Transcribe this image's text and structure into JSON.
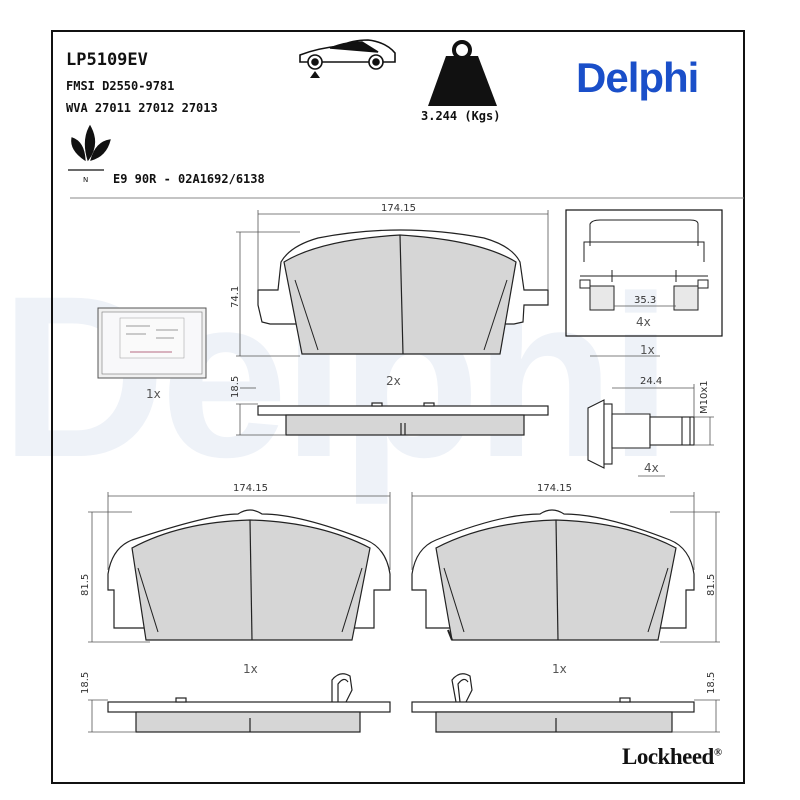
{
  "header": {
    "part_code": "LP5109EV",
    "fmsi": "FMSI D2550-9781",
    "wva": "WVA 27011 27012 27013",
    "approval": "E9 90R - 02A1692/6138",
    "weight": "3.244 (Kgs)"
  },
  "brands": {
    "delphi": "Delphi",
    "lockheed": "Lockheed",
    "lockheed_mark": "®",
    "watermark": "Delphi",
    "delphi_color": "#1a4fc9"
  },
  "icons": {
    "vehicle": "car-front-axle-icon",
    "weight": "weight-icon",
    "eco": "leaf-icon"
  },
  "drawing": {
    "top_pad": {
      "width": "174.15",
      "height": "74.1",
      "thickness": "18.5",
      "qty": "2x"
    },
    "kit_pack": {
      "qty": "1x"
    },
    "spring_clip": {
      "dim": "35.3",
      "qty_inner": "4x",
      "qty": "1x"
    },
    "bolt": {
      "length": "24.4",
      "thread": "M10x1",
      "qty": "4x"
    },
    "left_pad": {
      "width": "174.15",
      "height": "81.5",
      "thickness": "18.5",
      "qty": "1x"
    },
    "right_pad": {
      "width": "174.15",
      "height": "81.5",
      "thickness": "18.5",
      "qty": "1x"
    }
  }
}
